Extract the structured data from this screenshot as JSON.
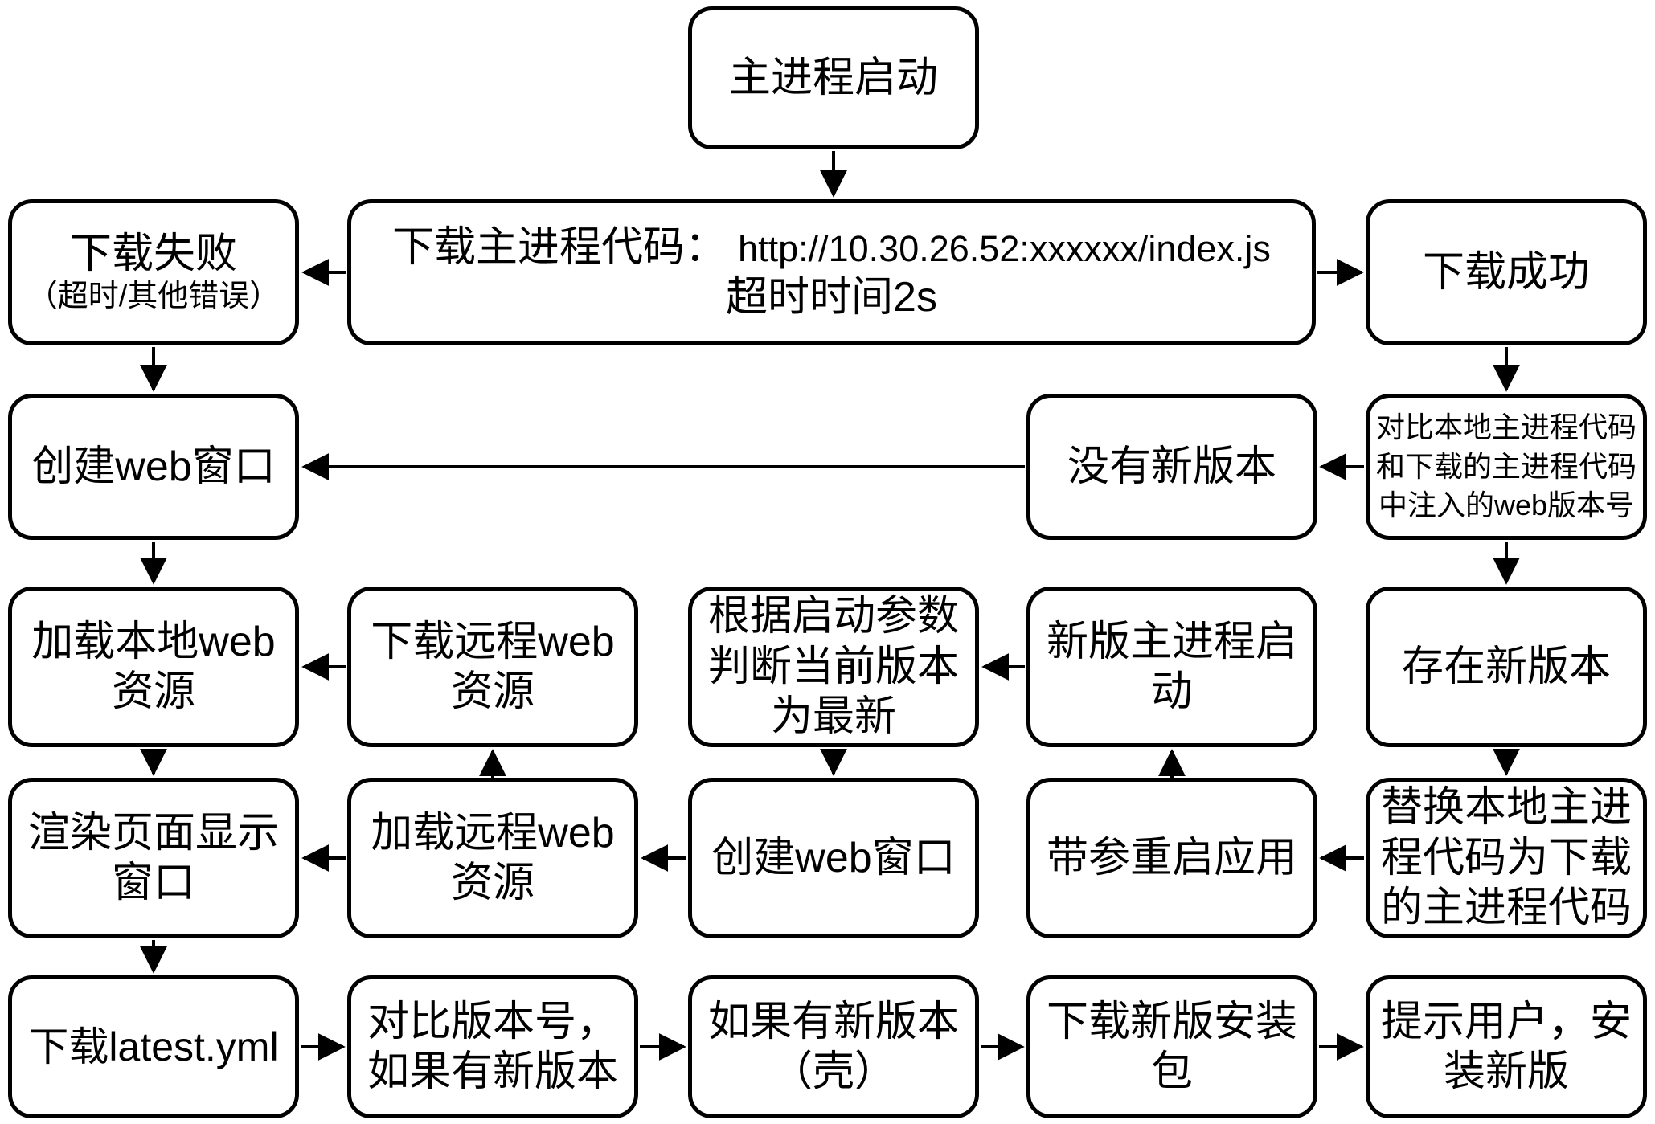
{
  "diagram": {
    "background_color": "#ffffff",
    "line_color": "#000000",
    "text_color": "#000000",
    "node_fill": "#ffffff"
  },
  "nodes": {
    "main_start": {
      "lines": [
        "主进程启动"
      ]
    },
    "download_fail": {
      "title": "下载失败",
      "subtitle": "（超时/其他错误）"
    },
    "download_code": {
      "label": "下载主进程代码：",
      "url": "http://10.30.26.52:xxxxxx/index.js",
      "timeout": "超时时间2s"
    },
    "download_success": {
      "lines": [
        "下载成功"
      ]
    },
    "create_web_window_1": {
      "lines": [
        "创建web窗口"
      ]
    },
    "no_new_version": {
      "lines": [
        "没有新版本"
      ]
    },
    "compare_version": {
      "lines": [
        "对比本地主进程代码",
        "和下载的主进程代码",
        "中注入的web版本号"
      ]
    },
    "load_local_web": {
      "lines": [
        "加载本地web",
        "资源"
      ]
    },
    "download_remote_web": {
      "lines": [
        "下载远程web",
        "资源"
      ]
    },
    "judge_latest": {
      "lines": [
        "根据启动参数",
        "判断当前版本",
        "为最新"
      ]
    },
    "new_main_start": {
      "lines": [
        "新版主进程启",
        "动"
      ]
    },
    "exist_new_version": {
      "lines": [
        "存在新版本"
      ]
    },
    "render_page": {
      "lines": [
        "渲染页面显示",
        "窗口"
      ]
    },
    "load_remote_web": {
      "lines": [
        "加载远程web",
        "资源"
      ]
    },
    "create_web_window_2": {
      "lines": [
        "创建web窗口"
      ]
    },
    "restart_with_args": {
      "lines": [
        "带参重启应用"
      ]
    },
    "replace_local_code": {
      "lines": [
        "替换本地主进",
        "程代码为下载",
        "的主进程代码"
      ]
    },
    "download_latest_yml": {
      "lines": [
        "下载latest.yml"
      ]
    },
    "compare_version_no": {
      "lines": [
        "对比版本号，",
        "如果有新版本"
      ]
    },
    "if_new_version_shell": {
      "lines": [
        "如果有新版本",
        "（壳）"
      ]
    },
    "download_new_installer": {
      "lines": [
        "下载新版安装",
        "包"
      ]
    },
    "prompt_install": {
      "lines": [
        "提示用户，安",
        "装新版"
      ]
    }
  },
  "edges": [
    {
      "from": "main_start",
      "to": "download_code"
    },
    {
      "from": "download_code",
      "to": "download_fail"
    },
    {
      "from": "download_code",
      "to": "download_success"
    },
    {
      "from": "download_fail",
      "to": "create_web_window_1"
    },
    {
      "from": "download_success",
      "to": "compare_version"
    },
    {
      "from": "compare_version",
      "to": "no_new_version"
    },
    {
      "from": "no_new_version",
      "to": "create_web_window_1"
    },
    {
      "from": "compare_version",
      "to": "exist_new_version"
    },
    {
      "from": "create_web_window_1",
      "to": "load_local_web"
    },
    {
      "from": "download_remote_web",
      "to": "load_local_web"
    },
    {
      "from": "load_local_web",
      "to": "render_page"
    },
    {
      "from": "load_remote_web",
      "to": "download_remote_web"
    },
    {
      "from": "judge_latest",
      "to": "create_web_window_2"
    },
    {
      "from": "new_main_start",
      "to": "judge_latest"
    },
    {
      "from": "restart_with_args",
      "to": "new_main_start"
    },
    {
      "from": "exist_new_version",
      "to": "replace_local_code"
    },
    {
      "from": "replace_local_code",
      "to": "restart_with_args"
    },
    {
      "from": "create_web_window_2",
      "to": "load_remote_web"
    },
    {
      "from": "load_remote_web",
      "to": "render_page"
    },
    {
      "from": "render_page",
      "to": "download_latest_yml"
    },
    {
      "from": "download_latest_yml",
      "to": "compare_version_no"
    },
    {
      "from": "compare_version_no",
      "to": "if_new_version_shell"
    },
    {
      "from": "if_new_version_shell",
      "to": "download_new_installer"
    },
    {
      "from": "download_new_installer",
      "to": "prompt_install"
    }
  ]
}
